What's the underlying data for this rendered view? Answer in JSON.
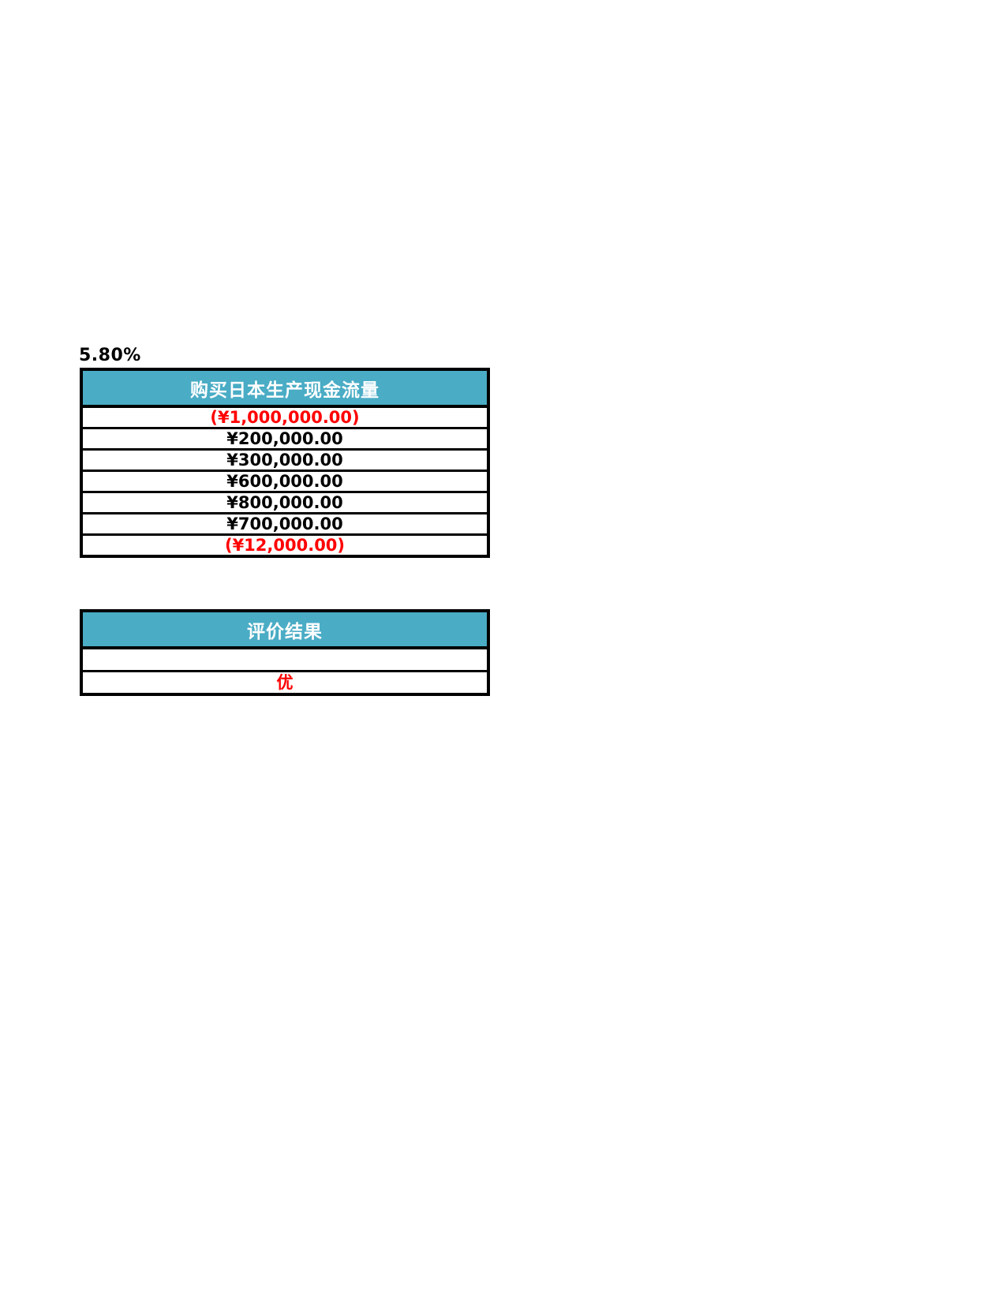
{
  "rate_label": "5.80%",
  "colors": {
    "header_bg": "#4aacc5",
    "header_text": "#ffffff",
    "negative_value": "#ff0000",
    "positive_value": "#000000",
    "table_border": "#000000"
  },
  "cashflow_table": {
    "header": "购买日本生产现金流量",
    "rows": [
      {
        "text": "(¥1,000,000.00)",
        "negative": true
      },
      {
        "text": "¥200,000.00",
        "negative": false
      },
      {
        "text": "¥300,000.00",
        "negative": false
      },
      {
        "text": "¥600,000.00",
        "negative": false
      },
      {
        "text": "¥800,000.00",
        "negative": false
      },
      {
        "text": "¥700,000.00",
        "negative": false
      },
      {
        "text": "(¥12,000.00)",
        "negative": true
      }
    ]
  },
  "result_table": {
    "header": "评价结果",
    "rows": [
      {
        "text": "",
        "negative": false
      },
      {
        "text": "优",
        "negative": true
      }
    ]
  }
}
